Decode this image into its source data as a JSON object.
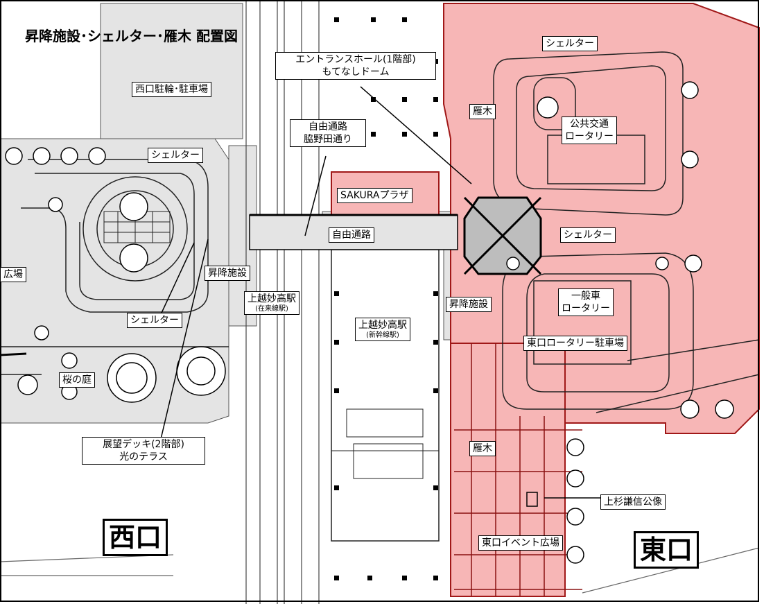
{
  "title": "昇降施設･シェルター･雁木 配置図",
  "labels": {
    "entrance_hall": "エントランスホール(1階部)",
    "motenashi_dome": "もてなしドーム",
    "shelter_top": "シェルター",
    "west_parking": "西口駐輪･駐車場",
    "gangi_upper": "雁木",
    "jiyu_tsuro": "自由通路",
    "wakinoda_dori": "脇野田通り",
    "public_transport": "公共交通",
    "rotary": "ロータリー",
    "shelter_west_upper": "シェルター",
    "sakura_plaza": "SAKURAプラザ",
    "jiyu_tsuro_main": "自由通路",
    "shelter_east": "シェルター",
    "hiroba": "広場",
    "shoko_west": "昇降施設",
    "joetsu_zairai": "上越妙高駅",
    "zairai_sub": "(在来線駅)",
    "shoko_east": "昇降施設",
    "ippansha": "一般車",
    "ippansha_rotary": "ロータリー",
    "shelter_west_lower": "シェルター",
    "joetsu_shinkansen": "上越妙高駅",
    "shinkansen_sub": "(新幹線駅)",
    "east_parking": "東口ロータリー駐車場",
    "sakura_garden": "桜の庭",
    "gangi_lower": "雁木",
    "observation_deck": "展望デッキ(2階部)",
    "hikari_terrace": "光のテラス",
    "uesugi_statue": "上杉謙信公像",
    "east_event": "東口イベント広場",
    "nishiguchi": "西口",
    "higashiguchi": "東口"
  },
  "colors": {
    "highlight_fill": "#f7b6b6",
    "highlight_line": "#a01818",
    "plaza_gray": "#e4e4e4",
    "line": "#000000"
  }
}
